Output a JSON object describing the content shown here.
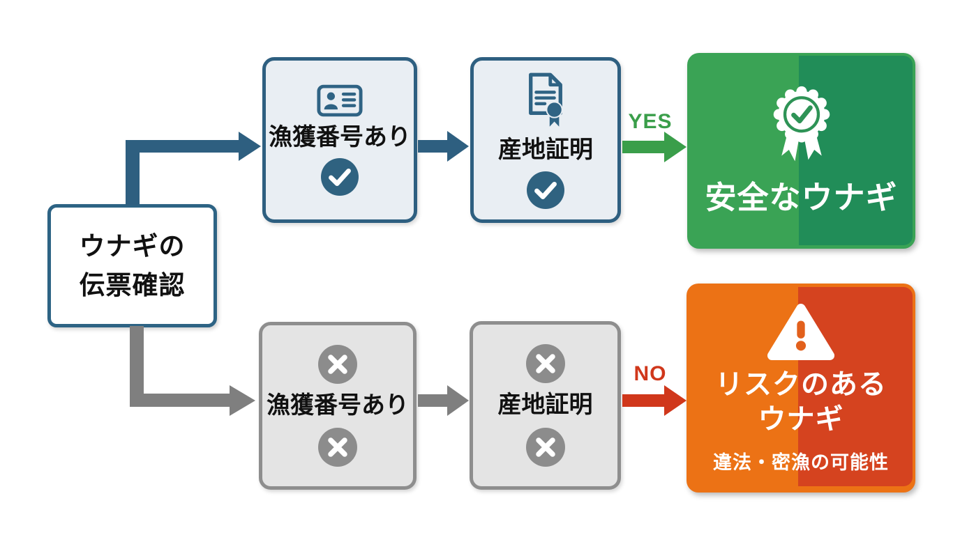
{
  "flowchart": {
    "start": {
      "label_line1": "ウナギの",
      "label_line2": "伝票確認"
    },
    "yes_path": {
      "steps": [
        {
          "label": "漁獲番号あり",
          "icon": "id-card-icon",
          "status_icon": "check-circle-icon"
        },
        {
          "label": "産地証明",
          "icon": "certificate-ribbon-icon",
          "status_icon": "check-circle-icon"
        }
      ],
      "branch_label": "YES",
      "result": {
        "label": "安全なウナギ",
        "icon": "rosette-check-icon"
      }
    },
    "no_path": {
      "steps": [
        {
          "label": "漁獲番号あり",
          "status_icon_top": "x-circle-icon",
          "status_icon_bottom": "x-circle-icon"
        },
        {
          "label": "産地証明",
          "status_icon_top": "x-circle-icon",
          "status_icon_bottom": "x-circle-icon"
        }
      ],
      "branch_label": "NO",
      "result": {
        "title_line1": "リスクのある",
        "title_line2": "ウナギ",
        "subtitle": "違法・密漁の可能性",
        "icon": "warning-triangle-icon"
      }
    },
    "colors": {
      "blue_accent": "#2e5f80",
      "blue_box_bg": "#e9eef3",
      "gray_accent": "#7f7f7f",
      "gray_box_border": "#8e8e8e",
      "gray_box_bg": "#e4e4e4",
      "green_light": "#3aa355",
      "green_dark": "#218d58",
      "yes_arrow_green": "#3a9e4a",
      "orange_light": "#ec7215",
      "orange_dark": "#d5431f",
      "no_arrow_red": "#d0371b",
      "check_circle_blue": "#2f6280",
      "x_circle_gray": "#8c8c8c",
      "text_dark": "#111111",
      "text_light": "#ffffff"
    }
  }
}
